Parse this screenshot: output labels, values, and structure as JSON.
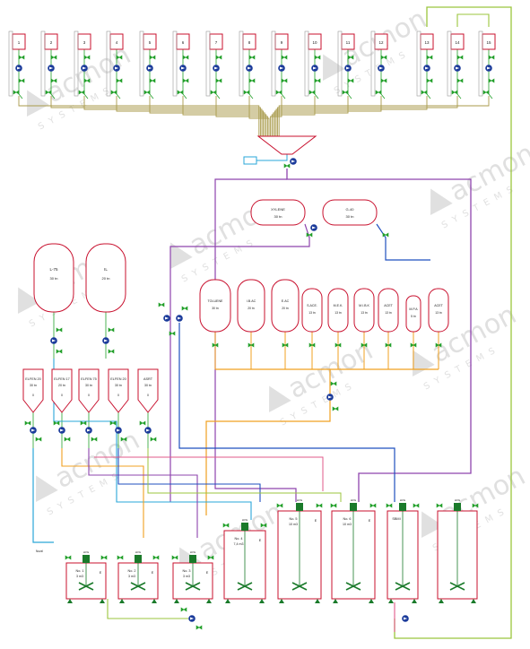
{
  "watermark": {
    "brand": "acmon",
    "sub": "SYSTEMS"
  },
  "top_tanks": [
    "1",
    "2",
    "3",
    "4",
    "5",
    "6",
    "7",
    "8",
    "9",
    "10",
    "11",
    "12",
    "13",
    "14",
    "15"
  ],
  "solvent_tanks": [
    {
      "name": "XYLENE",
      "cap": "30 tn"
    },
    {
      "name": "G-40",
      "cap": "30 tn"
    }
  ],
  "big_tanks": [
    {
      "name": "L-75",
      "cap": "30 tn"
    },
    {
      "name": "IL",
      "cap": "20 tn"
    }
  ],
  "mid_tanks": [
    {
      "name": "TOLUENE",
      "cap": "30 tn"
    },
    {
      "name": "I.B.AC",
      "cap": "20 tn"
    },
    {
      "name": "E.AC",
      "cap": "20 tn"
    },
    {
      "name": "S.ACE.",
      "cap": "13 tn"
    },
    {
      "name": "M.E.K.",
      "cap": "13 tn"
    },
    {
      "name": "M.I.B.K",
      "cap": "13 tn"
    },
    {
      "name": "ACET",
      "cap": "13 tn"
    },
    {
      "name": "M.P.A",
      "cap": "5 tn"
    },
    {
      "name": "ACET",
      "cap": "13 tn"
    }
  ],
  "silos": [
    {
      "name": "ELFEN 20",
      "cap": "30 tn",
      "code": "X"
    },
    {
      "name": "ELFEN 17",
      "cap": "20 tn",
      "code": "X"
    },
    {
      "name": "ELFEN 75",
      "cap": "30 tn",
      "code": "X"
    },
    {
      "name": "ELFEN 20",
      "cap": "30 tn",
      "code": "X"
    },
    {
      "name": "ASRT",
      "cap": "30 tn",
      "code": "X"
    }
  ],
  "reactors": [
    {
      "name": "No. 1",
      "cap": "3 m3",
      "code": "E"
    },
    {
      "name": "No. 2",
      "cap": "3 m3",
      "code": "E"
    },
    {
      "name": "No. 3",
      "cap": "3 m3",
      "code": "E"
    },
    {
      "name": "No. 4",
      "cap": "7,4 m3",
      "code": "E"
    },
    {
      "name": "No. 5",
      "cap": "10 m3",
      "code": "E"
    },
    {
      "name": "No. 6",
      "cap": "10 m3",
      "code": "E"
    },
    {
      "name": "SBMI",
      "cap": "",
      "code": ""
    },
    {
      "name": "",
      "cap": "",
      "code": ""
    }
  ],
  "small_labels": {
    "hvg": "HVG",
    "nozzle": "Nozzl"
  },
  "colors": {
    "tank": "#c8102e",
    "olive": "#a89a4a",
    "lime": "#9bc53d",
    "purple": "#8e44ad",
    "blue": "#1f4fbf",
    "orange": "#f0a020",
    "cyan": "#2aa7d8",
    "valve": "#22a02a",
    "pump": "#1a3a9a",
    "watermark": "#c8c8c8"
  }
}
